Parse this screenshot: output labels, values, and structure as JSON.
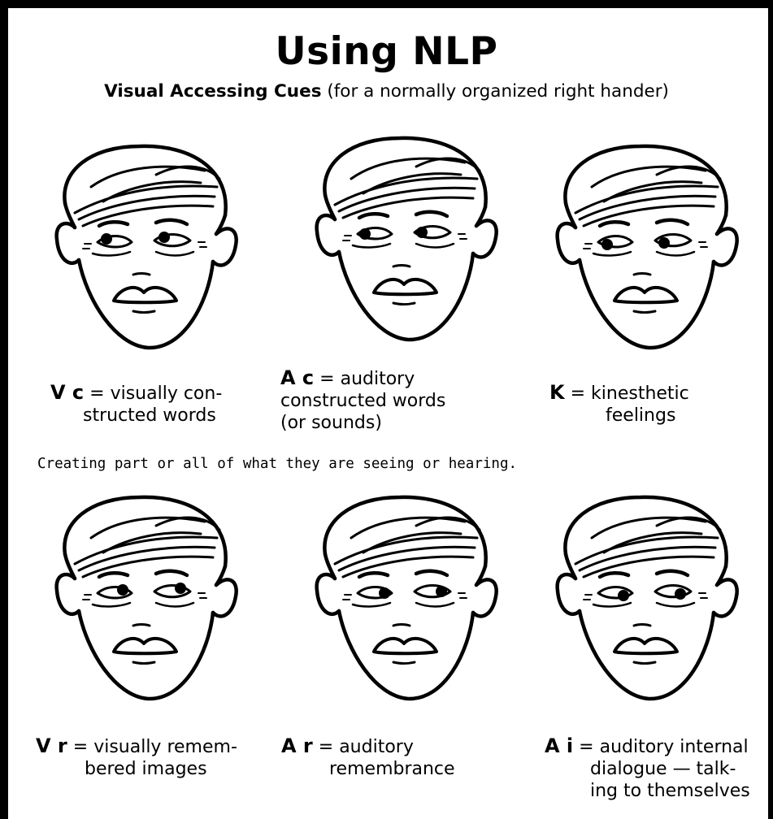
{
  "title": "Using NLP",
  "subtitle": {
    "bold": "Visual Accessing Cues",
    "rest": "(for a normally organized right hander)"
  },
  "note": "Creating part or all of what they are seeing or hearing.",
  "row_top": [
    {
      "code": "V c",
      "text_lines": [
        "= visually con-",
        "structed words"
      ],
      "gaze": "up-left"
    },
    {
      "code": "A c",
      "text_lines": [
        "= auditory",
        "constructed words",
        "(or sounds)"
      ],
      "gaze": "left"
    },
    {
      "code": "K",
      "text_lines": [
        "= kinesthetic",
        "feelings"
      ],
      "gaze": "down-left"
    }
  ],
  "row_bottom": [
    {
      "code": "V r",
      "text_lines": [
        "= visually remem-",
        "bered images"
      ],
      "gaze": "up-right"
    },
    {
      "code": "A r",
      "text_lines": [
        "= auditory",
        "remembrance"
      ],
      "gaze": "right"
    },
    {
      "code": "A i",
      "text_lines": [
        "= auditory internal",
        "dialogue — talk-",
        "ing to themselves"
      ],
      "gaze": "down-right"
    }
  ]
}
